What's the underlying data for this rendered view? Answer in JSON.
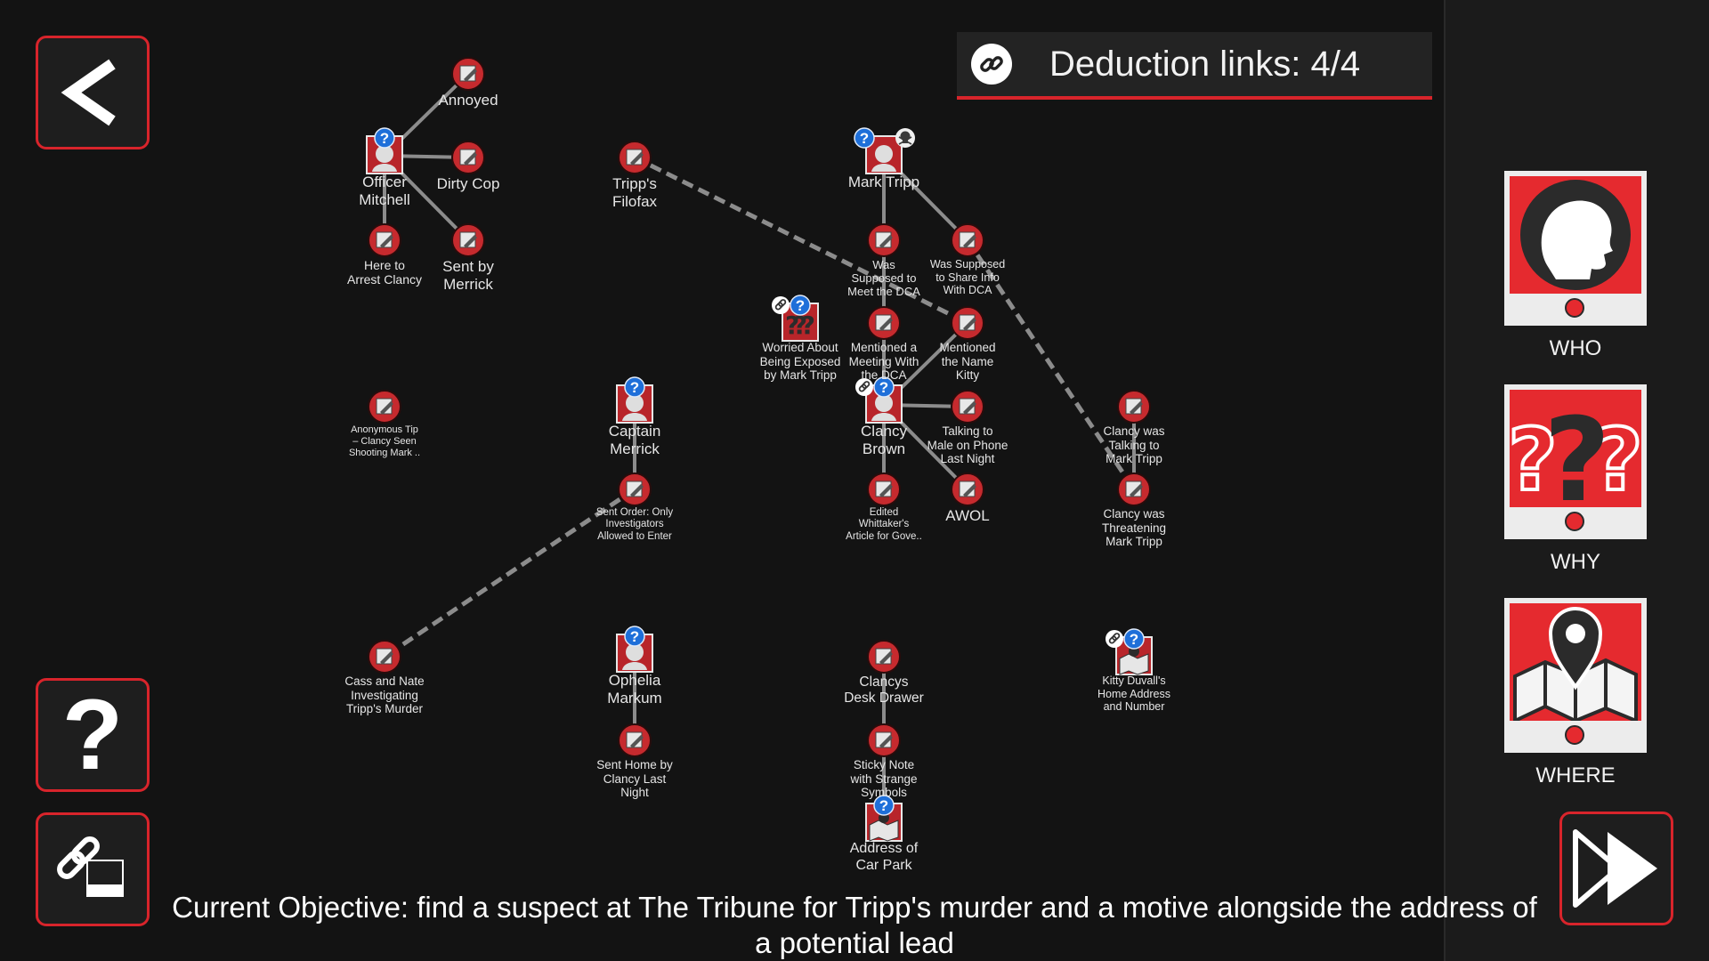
{
  "deduction": {
    "text": "Deduction links: 4/4"
  },
  "categories": {
    "who": "WHO",
    "why": "WHY",
    "where": "WHERE"
  },
  "objective": "Current Objective: find a suspect at The Tribune for Tripp's murder and a motive alongside the address of a potential lead",
  "colors": {
    "accent": "#d8242b",
    "badge": "#1e6fd9",
    "background": "#131313"
  },
  "buttons": {
    "back": "back-arrow-icon",
    "help": "question-mark-icon",
    "link": "link-icon",
    "info": "info-icon",
    "fast_forward": "fast-forward-icon"
  },
  "nodes": [
    {
      "id": "officer-mitchell",
      "label": "Officer\nMitchell",
      "type": "person",
      "badges": [
        "question"
      ]
    },
    {
      "id": "annoyed",
      "label": "Annoyed",
      "type": "note"
    },
    {
      "id": "dirty-cop",
      "label": "Dirty Cop",
      "type": "note"
    },
    {
      "id": "here-to-arrest",
      "label": "Here to\nArrest Clancy",
      "type": "note"
    },
    {
      "id": "sent-by-merrick",
      "label": "Sent by\nMerrick",
      "type": "note"
    },
    {
      "id": "tripps-filofax",
      "label": "Tripp's\nFilofax",
      "type": "note"
    },
    {
      "id": "mark-tripp",
      "label": "Mark Tripp",
      "type": "person",
      "badges": [
        "question",
        "skull"
      ]
    },
    {
      "id": "meet-dca",
      "label": "Was\nSupposed to\nMeet the DCA",
      "type": "note"
    },
    {
      "id": "share-info-dca",
      "label": "Was Supposed\nto Share Info\nWith DCA",
      "type": "note"
    },
    {
      "id": "worried-exposed",
      "label": "Worried About\nBeing Exposed\nby Mark Tripp",
      "type": "motive",
      "badges": [
        "link",
        "question"
      ]
    },
    {
      "id": "mentioned-meeting",
      "label": "Mentioned a\nMeeting With\nthe DCA",
      "type": "note"
    },
    {
      "id": "mentioned-kitty",
      "label": "Mentioned\nthe Name\nKitty",
      "type": "note"
    },
    {
      "id": "clancy-brown",
      "label": "Clancy\nBrown",
      "type": "person",
      "badges": [
        "link",
        "question"
      ]
    },
    {
      "id": "talking-phone",
      "label": "Talking to\nMale on Phone\nLast Night",
      "type": "note"
    },
    {
      "id": "edited-article",
      "label": "Edited\nWhittaker's\nArticle for Gove..",
      "type": "note"
    },
    {
      "id": "awol",
      "label": "AWOL",
      "type": "note"
    },
    {
      "id": "clancy-talking-tripp",
      "label": "Clancy was\nTalking to\nMark Tripp",
      "type": "note"
    },
    {
      "id": "clancy-threatening",
      "label": "Clancy was\nThreatening\nMark Tripp",
      "type": "note"
    },
    {
      "id": "anonymous-tip",
      "label": "Anonymous Tip\n– Clancy Seen\nShooting Mark ..",
      "type": "note"
    },
    {
      "id": "captain-merrick",
      "label": "Captain\nMerrick",
      "type": "person",
      "badges": [
        "question"
      ]
    },
    {
      "id": "sent-order",
      "label": "Sent Order: Only\nInvestigators\nAllowed to Enter",
      "type": "note"
    },
    {
      "id": "cass-nate",
      "label": "Cass and Nate\nInvestigating\nTripp's Murder",
      "type": "note"
    },
    {
      "id": "ophelia-markum",
      "label": "Ophelia\nMarkum",
      "type": "person",
      "badges": [
        "question"
      ]
    },
    {
      "id": "sent-home",
      "label": "Sent Home by\nClancy Last\nNight",
      "type": "note"
    },
    {
      "id": "clancys-drawer",
      "label": "Clancys\nDesk Drawer",
      "type": "note"
    },
    {
      "id": "sticky-note",
      "label": "Sticky Note\nwith Strange\nSymbols",
      "type": "note"
    },
    {
      "id": "address-car-park",
      "label": "Address of\nCar Park",
      "type": "location",
      "badges": [
        "question"
      ]
    },
    {
      "id": "kitty-address",
      "label": "Kitty Duvall's\nHome Address\nand Number",
      "type": "location",
      "badges": [
        "link",
        "question"
      ]
    }
  ],
  "links": [
    {
      "from": "officer-mitchell",
      "to": "annoyed",
      "style": "solid"
    },
    {
      "from": "officer-mitchell",
      "to": "dirty-cop",
      "style": "solid"
    },
    {
      "from": "officer-mitchell",
      "to": "here-to-arrest",
      "style": "solid"
    },
    {
      "from": "officer-mitchell",
      "to": "sent-by-merrick",
      "style": "solid"
    },
    {
      "from": "mark-tripp",
      "to": "meet-dca",
      "style": "solid"
    },
    {
      "from": "mark-tripp",
      "to": "share-info-dca",
      "style": "solid"
    },
    {
      "from": "meet-dca",
      "to": "mentioned-meeting",
      "style": "solid"
    },
    {
      "from": "mentioned-meeting",
      "to": "clancy-brown",
      "style": "solid"
    },
    {
      "from": "clancy-brown",
      "to": "mentioned-kitty",
      "style": "solid"
    },
    {
      "from": "clancy-brown",
      "to": "talking-phone",
      "style": "solid"
    },
    {
      "from": "clancy-brown",
      "to": "edited-article",
      "style": "solid"
    },
    {
      "from": "clancy-brown",
      "to": "awol",
      "style": "solid"
    },
    {
      "from": "clancy-talking-tripp",
      "to": "clancy-threatening",
      "style": "solid"
    },
    {
      "from": "captain-merrick",
      "to": "sent-order",
      "style": "solid"
    },
    {
      "from": "ophelia-markum",
      "to": "sent-home",
      "style": "solid"
    },
    {
      "from": "clancys-drawer",
      "to": "sticky-note",
      "style": "solid"
    },
    {
      "from": "sticky-note",
      "to": "address-car-park",
      "style": "solid"
    },
    {
      "from": "tripps-filofax",
      "to": "mentioned-kitty",
      "style": "dashed"
    },
    {
      "from": "share-info-dca",
      "to": "clancy-threatening",
      "style": "dashed"
    },
    {
      "from": "sent-order",
      "to": "cass-nate",
      "style": "dashed"
    }
  ]
}
